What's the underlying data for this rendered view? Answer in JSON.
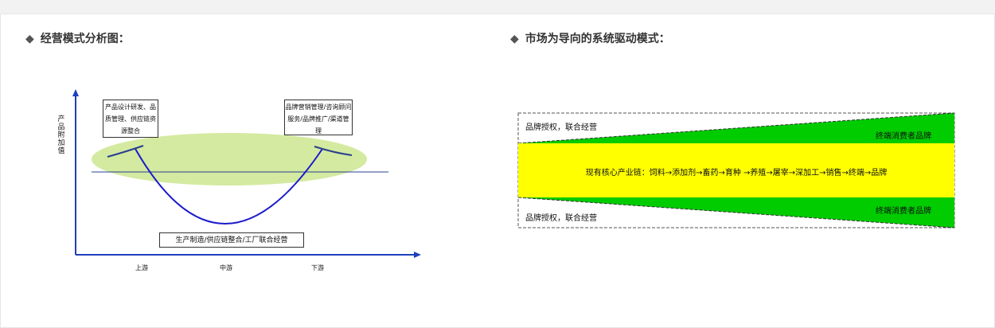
{
  "left": {
    "title": "经营模式分析图：",
    "y_axis_label": "产品附加值",
    "upstream_box": "产品设计研发、品质管理、供应链资源整合",
    "downstream_box": "品牌营销管理/咨询顾问服务/品牌推广/渠道管理",
    "midstream_box": "生产制造/供应链整合/工厂联合经营",
    "x_labels": [
      "上游",
      "中游",
      "下游"
    ],
    "colors": {
      "axis": "#1f3fbf",
      "curve": "#1a1acc",
      "ellipse": "#d4eaa0"
    }
  },
  "right": {
    "title": "市场为导向的系统驱动模式：",
    "top_left": "品牌授权，联合经营",
    "top_right": "终端消费者品牌",
    "core_chain": "现有核心产业链：饲料→添加剂→畜药→育种 →养殖→屠宰→深加工→销售→终端→品牌",
    "bottom_right": "终端消费者品牌",
    "bottom_left": "品牌授权，联合经营",
    "colors": {
      "green": "#00cc00",
      "yellow": "#ffff00"
    }
  }
}
